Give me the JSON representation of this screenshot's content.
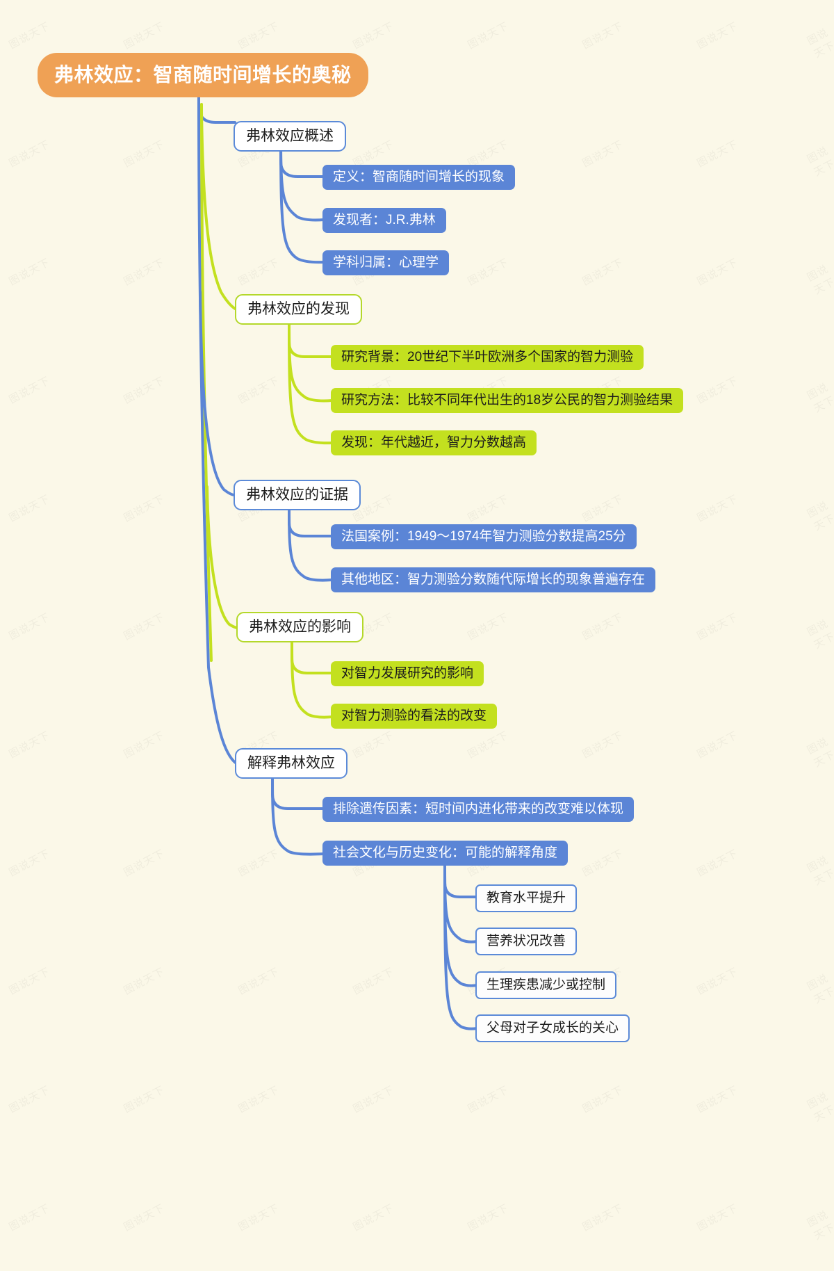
{
  "page": {
    "background_color": "#fbf8e8",
    "watermark_text": "图说天下",
    "type": "mindmap"
  },
  "colors": {
    "root_fill": "#efa155",
    "root_text": "#ffffff",
    "blue_fill": "#5b85d6",
    "blue_border": "#5b8ad8",
    "green_fill": "#c3e01f",
    "green_border": "#b4d82a",
    "node_white": "#ffffff",
    "text_dark": "#1c1c1c"
  },
  "root": {
    "label": "弗林效应：智商随时间增长的奥秘"
  },
  "branches": [
    {
      "label": "弗林效应概述",
      "color": "blue",
      "children": [
        {
          "label": "定义：智商随时间增长的现象",
          "color": "blue"
        },
        {
          "label": "发现者：J.R.弗林",
          "color": "blue"
        },
        {
          "label": "学科归属：心理学",
          "color": "blue"
        }
      ]
    },
    {
      "label": "弗林效应的发现",
      "color": "green",
      "children": [
        {
          "label": "研究背景：20世纪下半叶欧洲多个国家的智力测验",
          "color": "green"
        },
        {
          "label": "研究方法：比较不同年代出生的18岁公民的智力测验结果",
          "color": "green"
        },
        {
          "label": "发现：年代越近，智力分数越高",
          "color": "green"
        }
      ]
    },
    {
      "label": "弗林效应的证据",
      "color": "blue",
      "children": [
        {
          "label": "法国案例：1949～1974年智力测验分数提高25分",
          "color": "blue"
        },
        {
          "label": "其他地区：智力测验分数随代际增长的现象普遍存在",
          "color": "blue"
        }
      ]
    },
    {
      "label": "弗林效应的影响",
      "color": "green",
      "children": [
        {
          "label": "对智力发展研究的影响",
          "color": "green"
        },
        {
          "label": "对智力测验的看法的改变",
          "color": "green"
        }
      ]
    },
    {
      "label": "解释弗林效应",
      "color": "blue",
      "children": [
        {
          "label": "排除遗传因素：短时间内进化带来的改变难以体现",
          "color": "blue"
        },
        {
          "label": "社会文化与历史变化：可能的解释角度",
          "color": "blue",
          "children": [
            {
              "label": "教育水平提升"
            },
            {
              "label": "营养状况改善"
            },
            {
              "label": "生理疾患减少或控制"
            },
            {
              "label": "父母对子女成长的关心"
            }
          ]
        }
      ]
    }
  ]
}
